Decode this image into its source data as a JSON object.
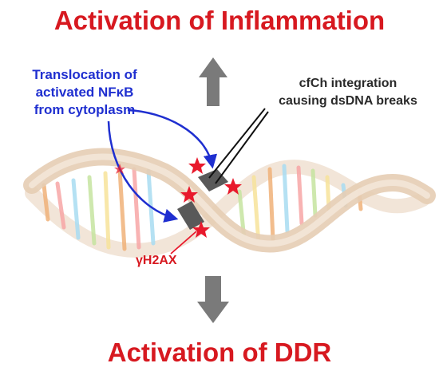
{
  "titles": {
    "top": "Activation of Inflammation",
    "bottom": "Activation of DDR"
  },
  "labels": {
    "nfkb_lines": [
      "Translocation of",
      "activated NFκB",
      "from cytoplasm"
    ],
    "cfch_lines": [
      "cfCh integration",
      "causing dsDNA breaks"
    ],
    "h2ax": "γH2AX"
  },
  "colors": {
    "title_red": "#d71920",
    "nfkb_blue": "#1f2fd0",
    "star_red": "#e8192c",
    "arrow_gray": "#7a7a7a",
    "fragment_dark": "#595959",
    "backbone": "#ead7c4"
  }
}
